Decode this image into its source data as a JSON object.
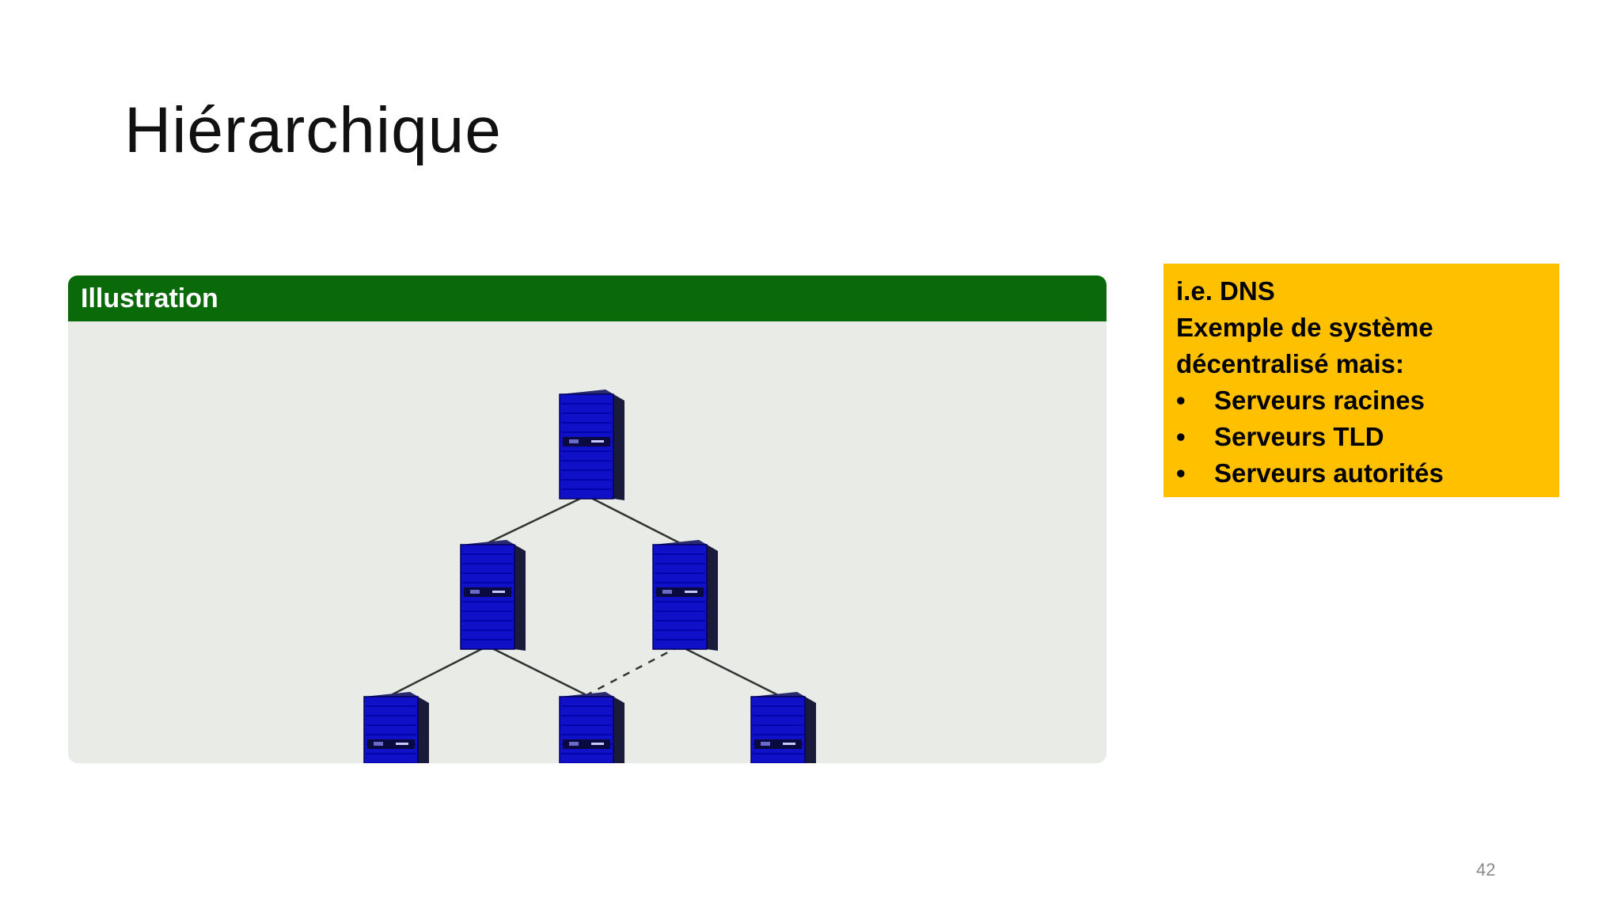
{
  "slide": {
    "title": "Hiérarchique",
    "page_number": "42"
  },
  "illustration": {
    "header_label": "Illustration",
    "colors": {
      "header": "#0a6a0a",
      "body": "#e8ebe6",
      "server": "#1010c8"
    },
    "nodes": [
      {
        "id": "root",
        "level": 0,
        "icon": "server-icon"
      },
      {
        "id": "mid-left",
        "level": 1,
        "icon": "server-icon"
      },
      {
        "id": "mid-right",
        "level": 1,
        "icon": "server-icon"
      },
      {
        "id": "leaf-left",
        "level": 2,
        "icon": "server-icon"
      },
      {
        "id": "leaf-center",
        "level": 2,
        "icon": "server-icon"
      },
      {
        "id": "leaf-right",
        "level": 2,
        "icon": "server-icon"
      }
    ],
    "edges": [
      {
        "from": "root",
        "to": "mid-left",
        "style": "solid"
      },
      {
        "from": "root",
        "to": "mid-right",
        "style": "solid"
      },
      {
        "from": "mid-left",
        "to": "leaf-left",
        "style": "solid"
      },
      {
        "from": "mid-left",
        "to": "leaf-center",
        "style": "solid"
      },
      {
        "from": "mid-right",
        "to": "leaf-center",
        "style": "dashed"
      },
      {
        "from": "mid-right",
        "to": "leaf-right",
        "style": "solid"
      }
    ]
  },
  "note": {
    "background": "#ffc000",
    "line1": "i.e. DNS",
    "line2": "Exemple de système",
    "line3": "décentralisé mais:",
    "items": [
      "Serveurs racines",
      "Serveurs TLD",
      "Serveurs autorités"
    ]
  }
}
